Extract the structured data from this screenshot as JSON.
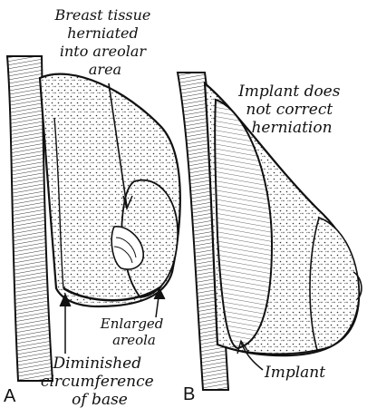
{
  "panels": [
    {
      "letter": "A"
    },
    {
      "letter": "B"
    }
  ],
  "labels": {
    "breast_tissue": [
      "Breast tissue",
      "herniated",
      "into areolar",
      "area"
    ],
    "implant_does": [
      "Implant does",
      "not correct",
      "herniation"
    ],
    "enlarged_areola": [
      "Enlarged",
      "areola"
    ],
    "diminished": [
      "Diminished",
      "circumference",
      "of base"
    ],
    "implant": "Implant"
  },
  "colors": {
    "ink": "#111111",
    "paper": "#ffffff"
  }
}
